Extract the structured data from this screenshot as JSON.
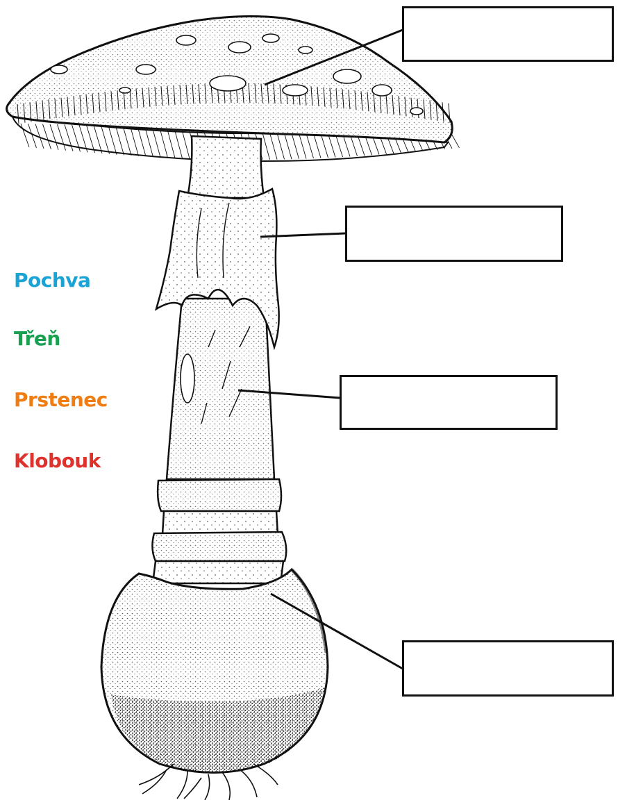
{
  "labels": {
    "pochva": "Pochva",
    "tren": "Třeň",
    "prstenec": "Prstenec",
    "klobouk": "Klobouk"
  },
  "colors": {
    "pochva": "#1aa3d4",
    "tren": "#18a050",
    "prstenec": "#f07d14",
    "klobouk": "#e0322d",
    "ink": "#111111",
    "paper": "#ffffff"
  },
  "answer_boxes": {
    "cap": "",
    "ring": "",
    "stem": "",
    "volva": ""
  }
}
